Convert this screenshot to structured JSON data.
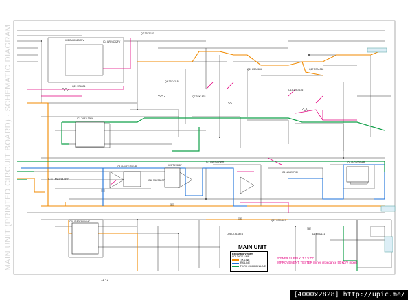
{
  "side_text": "MAIN UNIT (PRINTED CIRCUIT BOARD) · SCHEMATIC DIAGRAM",
  "unit_title": "MAIN UNIT",
  "legend": {
    "heading": "Explanatory notes",
    "subheading": "VOLTAGE LINE",
    "items": [
      {
        "label": "TX LINE",
        "color": "#f08a00"
      },
      {
        "label": "RX LINE",
        "color": "#1a6fd9"
      },
      {
        "label": "TX/RX COMMON LINE",
        "color": "#12a04a"
      }
    ]
  },
  "power_note": {
    "line1": "POWER SUPPLY: 7.2 V DC",
    "line2": "IMPROVEMENT: TESTER (Inner impedance 50 kΩ/V more)"
  },
  "page_number": "11 - 2",
  "watermark": "[4000x2828] http://upic.me/",
  "colors": {
    "tx_line": "#f08a00",
    "rx_line": "#1a6fd9",
    "common_line": "#12a04a",
    "annotation": "#e4007f",
    "wire": "#333333"
  },
  "ic_labels": [
    {
      "ref": "IC3",
      "part": "BU4066BCFV"
    },
    {
      "ref": "IC4",
      "part": "BR24C02FV"
    },
    {
      "ref": "IC1",
      "part": "TA31136FN"
    },
    {
      "ref": "IC7",
      "part": "LM2904PWR"
    },
    {
      "ref": "IC8",
      "part": "LMV321IDBVR"
    },
    {
      "ref": "IC5",
      "part": "NJM2070M"
    },
    {
      "ref": "IC9",
      "part": "TA7368F"
    },
    {
      "ref": "IC6",
      "part": "LM2902PWR"
    },
    {
      "ref": "IC10",
      "part": "S-80835CNMC"
    },
    {
      "ref": "IC11",
      "part": "LMV321IDBVR"
    },
    {
      "ref": "IC12",
      "part": "M62352GP"
    }
  ],
  "transistor_labels": [
    "Q2 2SC5107",
    "Q4 2SC4215",
    "Q7 2SK1832",
    "Q11 2SA1586",
    "Q13 2SC4116",
    "Q17 2SA1362",
    "Q21 XP6501",
    "Q25 DTA144EU",
    "Q27 2SC4617",
    "D1 HVU131"
  ]
}
